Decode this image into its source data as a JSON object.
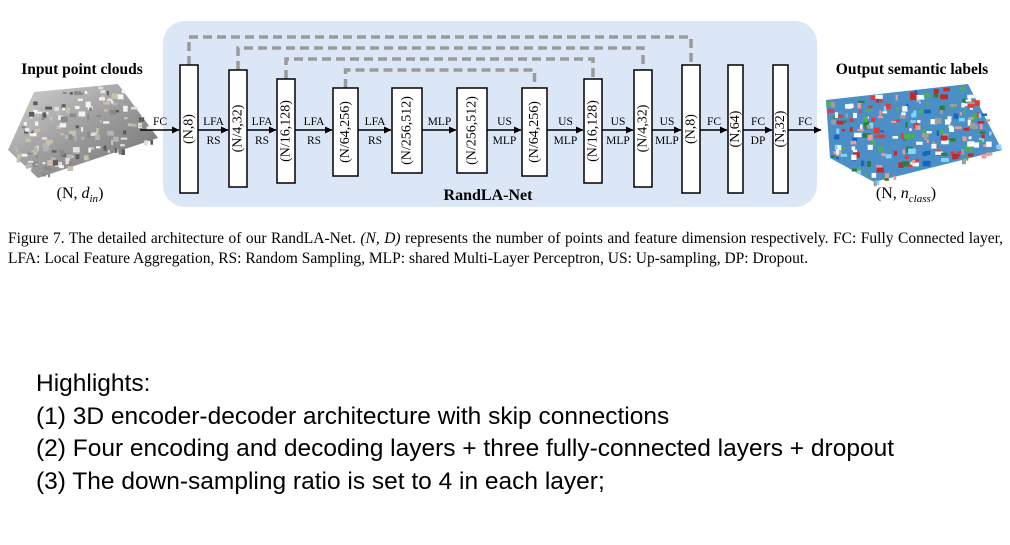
{
  "diagram": {
    "input_title": "Input point clouds",
    "output_title": "Output semantic labels",
    "input_shape": {
      "prefix": "(N, ",
      "var": "d",
      "sub": "in",
      "suffix": ")"
    },
    "output_shape": {
      "prefix": "(N, ",
      "var": "n",
      "sub": "class",
      "suffix": ")"
    },
    "network_name": "RandLA-Net",
    "blocks": [
      "(N,8)",
      "(N/4,32)",
      "(N/16,128)",
      "(N/64,256)",
      "(N/256,512)",
      "(N/256,512)",
      "(N/64,256)",
      "(N/16,128)",
      "(N/4,32)",
      "(N,8)",
      "(N,64)",
      "(N,32)"
    ],
    "transitions": [
      {
        "top": "FC",
        "bottom": ""
      },
      {
        "top": "LFA",
        "bottom": "RS"
      },
      {
        "top": "LFA",
        "bottom": "RS"
      },
      {
        "top": "LFA",
        "bottom": "RS"
      },
      {
        "top": "LFA",
        "bottom": "RS"
      },
      {
        "top": "MLP",
        "bottom": ""
      },
      {
        "top": "US",
        "bottom": "MLP"
      },
      {
        "top": "US",
        "bottom": "MLP"
      },
      {
        "top": "US",
        "bottom": "MLP"
      },
      {
        "top": "US",
        "bottom": "MLP"
      },
      {
        "top": "FC",
        "bottom": ""
      },
      {
        "top": "FC",
        "bottom": "DP"
      },
      {
        "top": "FC",
        "bottom": ""
      }
    ],
    "colors": {
      "panel": "#dbe6f6",
      "skip": "#9a9a9a"
    }
  },
  "caption": {
    "prefix": "Figure 7. The detailed architecture of our RandLA-Net. ",
    "math": "(N, D)",
    "suffix": " represents the number of points and feature dimension respectively. FC: Fully Connected layer, LFA: Local Feature Aggregation, RS: Random Sampling, MLP: shared Multi-Layer Perceptron, US: Up-sampling, DP: Dropout."
  },
  "highlights": [
    "Highlights:",
    "(1) 3D encoder-decoder architecture with skip connections",
    "(2) Four encoding and decoding layers + three fully-connected layers + dropout",
    "(3) The down-sampling ratio is set to 4 in each layer;"
  ]
}
